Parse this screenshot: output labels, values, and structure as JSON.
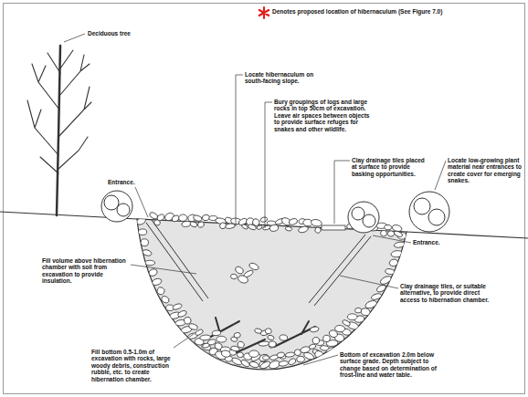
{
  "diagram": {
    "labels": [
      "Deciduous tree",
      "Denotes proposed location of hibernaculum (See Figure 7.0)",
      "Locate hibernaculum on south-facing slope.",
      "Bury groupings of logs and large rocks in top 50cm of excavation. Leave air spaces between objects to provide surface refuges for snakes and other wildlife.",
      "Clay drainage tiles placed at surface to provide basking opportunities.",
      "Locate low-growing plant material near entrances to create cover for emerging snakes.",
      "Entrance.",
      "Entrance.",
      "Fill volume above hibernation chamber with soil from excavation to provide insulation.",
      "Clay drainage tiles, or suitable alternative, to provide direct access to hibernation chamber.",
      "Fill bottom 0.5-1.0m of excavation with rocks, large woody debris, construction rubble, etc. to create hibernation chamber.",
      "Bottom of excavation 2.0m below surface grade. Depth subject to change based on determination of frost-line and water table."
    ]
  }
}
